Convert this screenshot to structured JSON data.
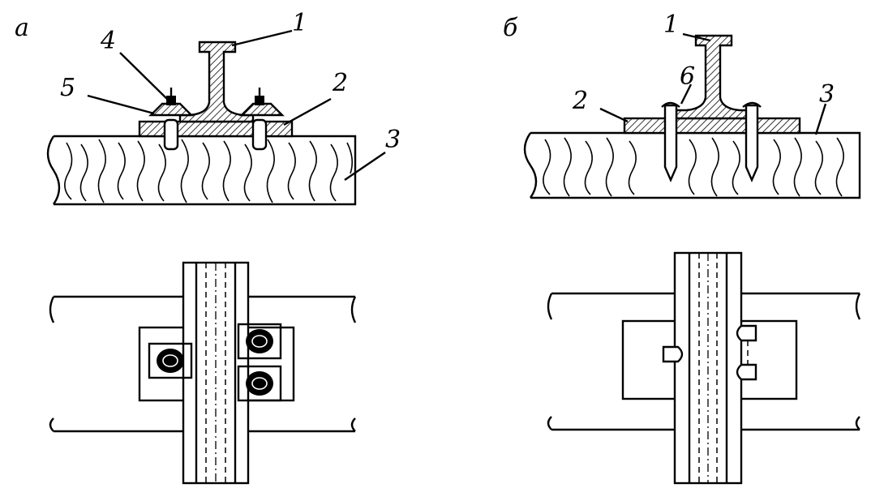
{
  "figure_labels": {
    "a": "а",
    "b": "б"
  },
  "part_numbers": {
    "a": [
      "1",
      "4",
      "5",
      "2",
      "3"
    ],
    "b": [
      "1",
      "6",
      "2",
      "3"
    ]
  }
}
